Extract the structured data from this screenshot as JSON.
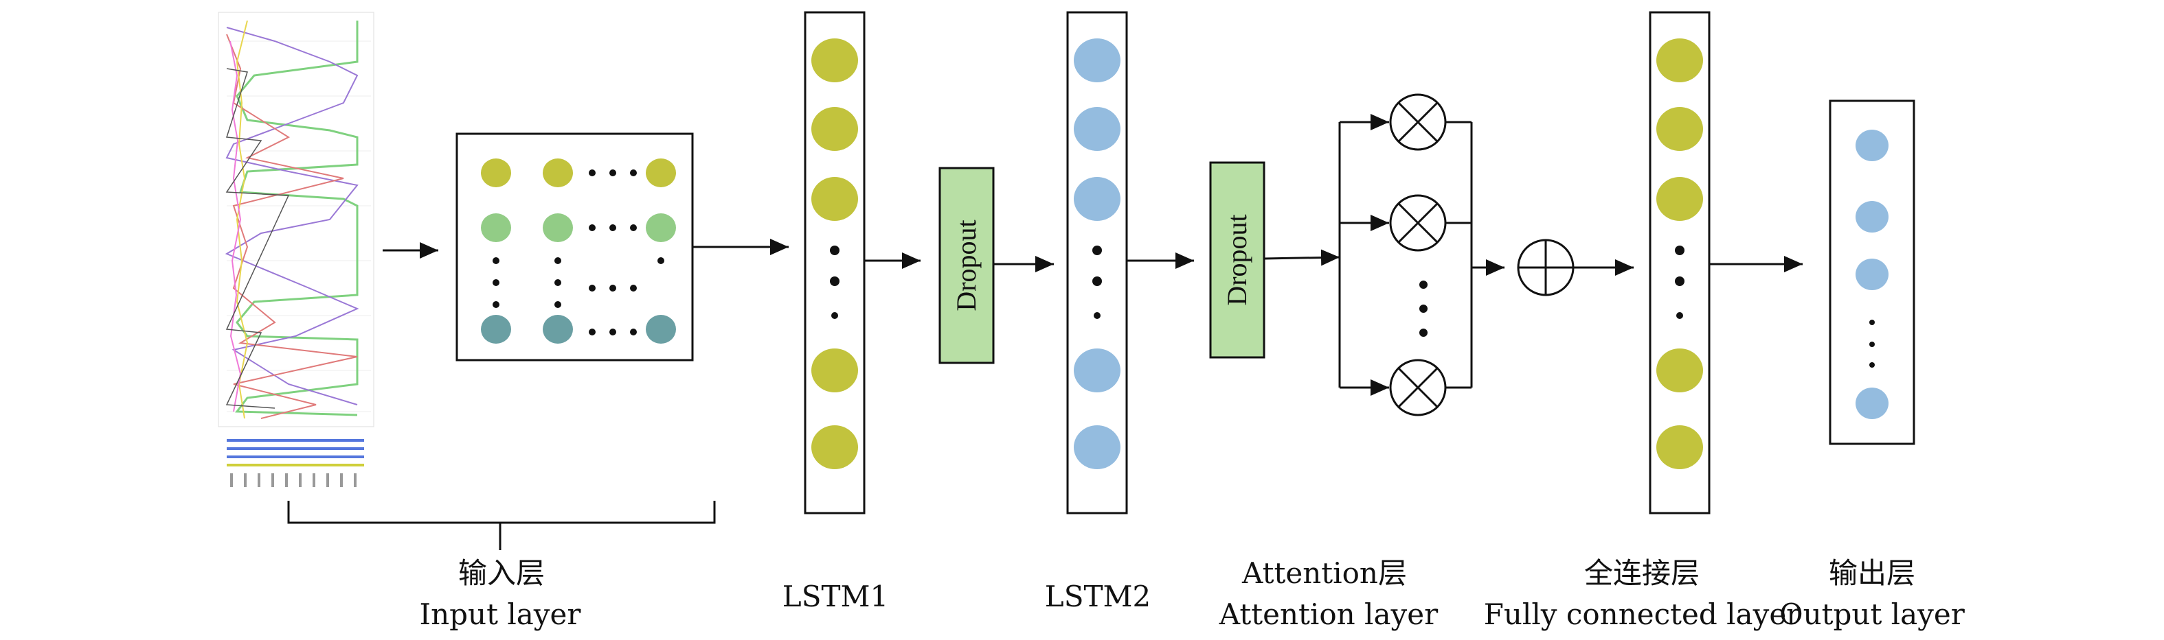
{
  "labels": {
    "input_cn": "输入层",
    "input_en": "Input layer",
    "lstm1": "LSTM1",
    "lstm2": "LSTM2",
    "attention_cn": "Attention层",
    "attention_en": "Attention layer",
    "fc_cn": "全连接层",
    "fc_en": "Fully connected layer",
    "output_cn": "输出层",
    "output_en": "Output layer",
    "dropout1": "Dropout",
    "dropout2": "Dropout"
  },
  "colors": {
    "olive": "#c2c33d",
    "light_green": "#92cc86",
    "teal": "#6a9fa3",
    "light_blue": "#94bcdf",
    "dropout_fill": "#b8dfa5"
  },
  "icons": {
    "multiply": "circled-times-icon",
    "add": "circled-plus-icon"
  }
}
